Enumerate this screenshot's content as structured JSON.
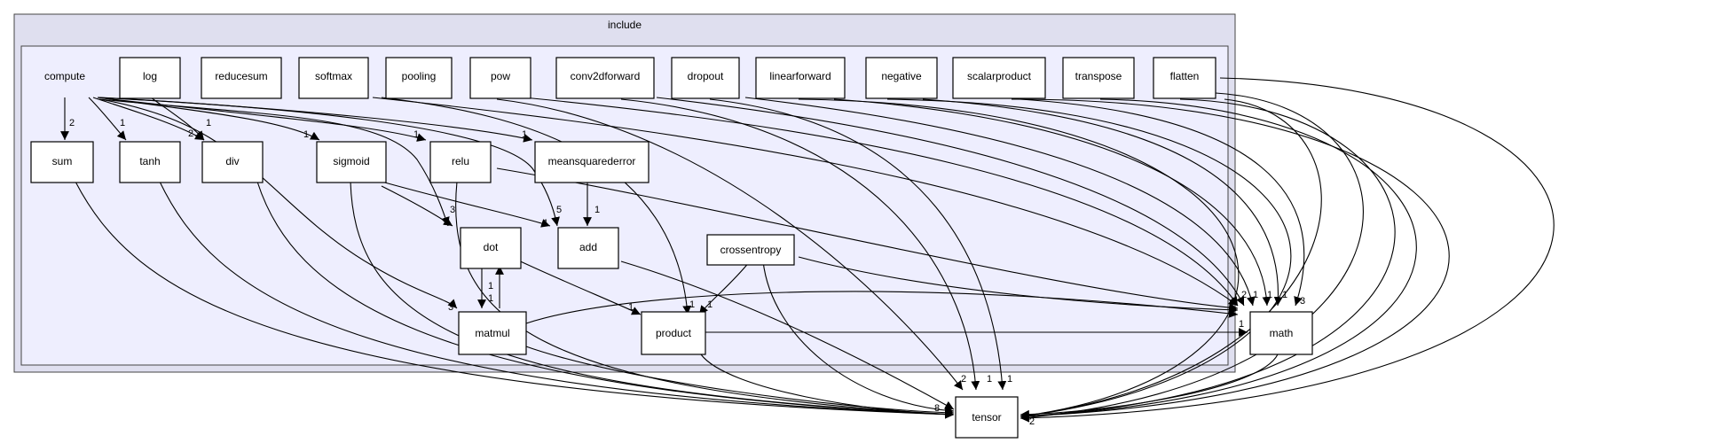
{
  "clusters": {
    "outer": "include",
    "inner": "compute"
  },
  "nodes": {
    "log": "log",
    "reducesum": "reducesum",
    "softmax": "softmax",
    "pooling": "pooling",
    "pow": "pow",
    "conv2dforward": "conv2dforward",
    "dropout": "dropout",
    "linearforward": "linearforward",
    "negative": "negative",
    "scalarproduct": "scalarproduct",
    "transpose": "transpose",
    "flatten": "flatten",
    "sum": "sum",
    "tanh": "tanh",
    "div": "div",
    "sigmoid": "sigmoid",
    "relu": "relu",
    "meansquarederror": "meansquarederror",
    "dot": "dot",
    "add": "add",
    "crossentropy": "crossentropy",
    "matmul": "matmul",
    "product": "product",
    "math": "math",
    "tensor": "tensor"
  },
  "edge_labels": {
    "compute_sum": "2",
    "compute_tanh": "1",
    "compute_div": "2",
    "log_div": "1",
    "compute_sigmoid": "1",
    "compute_relu": "1",
    "compute_mse": "1",
    "compute_matmul": "3",
    "mse_add": "1",
    "dot_matmul": "1",
    "matmul_dot": "1",
    "dot_in": "3",
    "add_in": "5",
    "add_in2": "1",
    "dot_product": "1",
    "product_in1": "1",
    "product_in2": "1",
    "product_math": "1",
    "math_in_a": "2",
    "math_in_b": "1",
    "math_in_c": "1",
    "math_in_d": "1",
    "math_in_e": "3",
    "tensor_in_a": "2",
    "tensor_in_b": "1",
    "tensor_in_c": "1",
    "tensor_multi_a": "8",
    "tensor_multi_b": "2"
  }
}
